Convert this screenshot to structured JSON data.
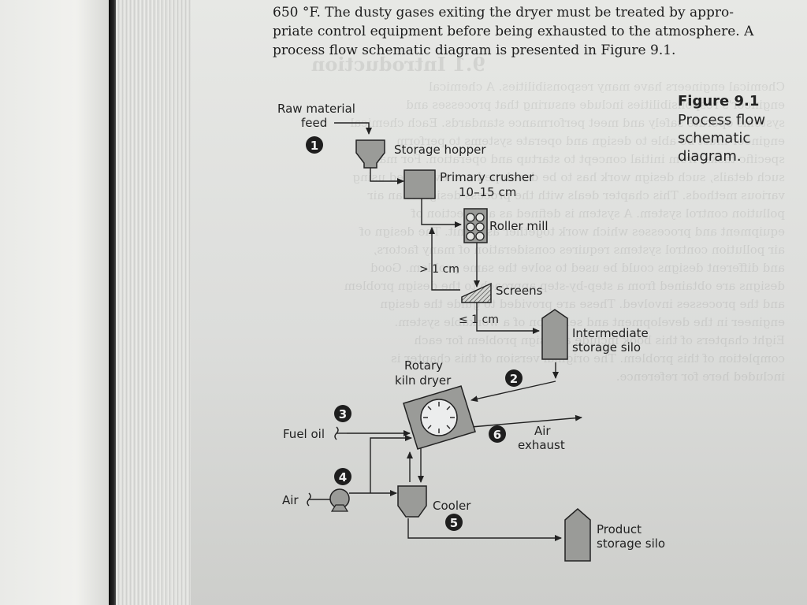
{
  "page": {
    "body_lines": [
      "650 °F. The dusty gases exiting the dryer must be treated by appro-",
      "priate control equipment before being exhausted to the atmosphere. A",
      "process flow schematic diagram is presented in Figure 9.1."
    ],
    "show_through": {
      "heading": "9.1 Introduction",
      "lines": [
        "Chemical engineers have many responsibilities. A chemical",
        "engineer's responsibilities include ensuring that processes and",
        "systems operate safely and meet performance standards. Each chemical",
        "engineer must be able to design and operate systems to perform",
        "specific tasks, from initial concept to startup and operation. For many",
        "such details, such design work has to be developed and evaluated using",
        "various methods. This chapter deals with the process design of an air",
        "pollution control system. A system is defined as a collection of",
        "equipment and processes which work together as a unit. The design of",
        "air pollution control systems requires consideration of many factors,",
        "and different designs could be used to solve the same problem. Good",
        "designs are obtained from a step-by-step approach to the design problem",
        "and the processes involved. These are provided to guide the design",
        "engineer in the development and selection of a workable system.",
        "Eight chapters of this book include a design problem for each",
        "completion of this problem. The original version of this chapter is",
        "included here for reference."
      ]
    }
  },
  "figure": {
    "number": "Figure 9.1",
    "caption_lines": [
      "Process flow",
      "schematic",
      "diagram."
    ],
    "labels": {
      "raw_material": [
        "Raw material",
        "feed"
      ],
      "storage_hopper": "Storage hopper",
      "primary_crusher": [
        "Primary crusher",
        "10–15 cm"
      ],
      "roller_mill": "Roller mill",
      "oversize": "> 1 cm",
      "screens": "Screens",
      "undersize": "≤ 1 cm",
      "intermediate_silo": [
        "Intermediate",
        "storage silo"
      ],
      "rotary_kiln": [
        "Rotary",
        "kiln dryer"
      ],
      "air_exhaust": [
        "Air",
        "exhaust"
      ],
      "fuel_oil": "Fuel oil",
      "air": "Air",
      "cooler": "Cooler",
      "product_silo": [
        "Product",
        "storage silo"
      ]
    },
    "stream_numbers": [
      "1",
      "2",
      "3",
      "4",
      "5",
      "6"
    ]
  }
}
